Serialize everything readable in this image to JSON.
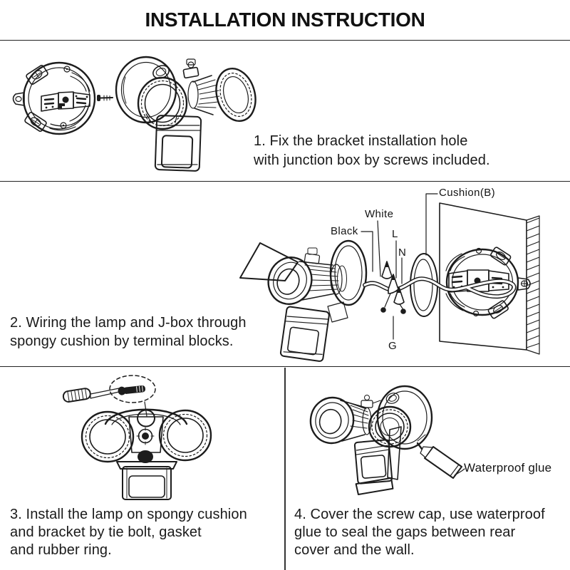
{
  "header": {
    "title": "INSTALLATION INSTRUCTION"
  },
  "steps": [
    {
      "text": "1. Fix the bracket installation hole\nwith junction box by screws included."
    },
    {
      "text": "2. Wiring the lamp and J-box through\nspongy cushion by terminal blocks."
    },
    {
      "text": "3. Install the lamp on spongy cushion\nand bracket by tie bolt, gasket\nand rubber ring."
    },
    {
      "text": "4. Cover the screw cap, use waterproof\nglue to seal the gaps between rear\ncover and the wall."
    }
  ],
  "diagram_labels": {
    "black": "Black",
    "white": "White",
    "line": "L",
    "neutral": "N",
    "ground": "G",
    "cushion": "Cushion(B)",
    "waterproof_glue": "Waterproof glue"
  },
  "colors": {
    "line_art": "#1c1c1c",
    "background": "#ffffff",
    "text": "#161616"
  }
}
